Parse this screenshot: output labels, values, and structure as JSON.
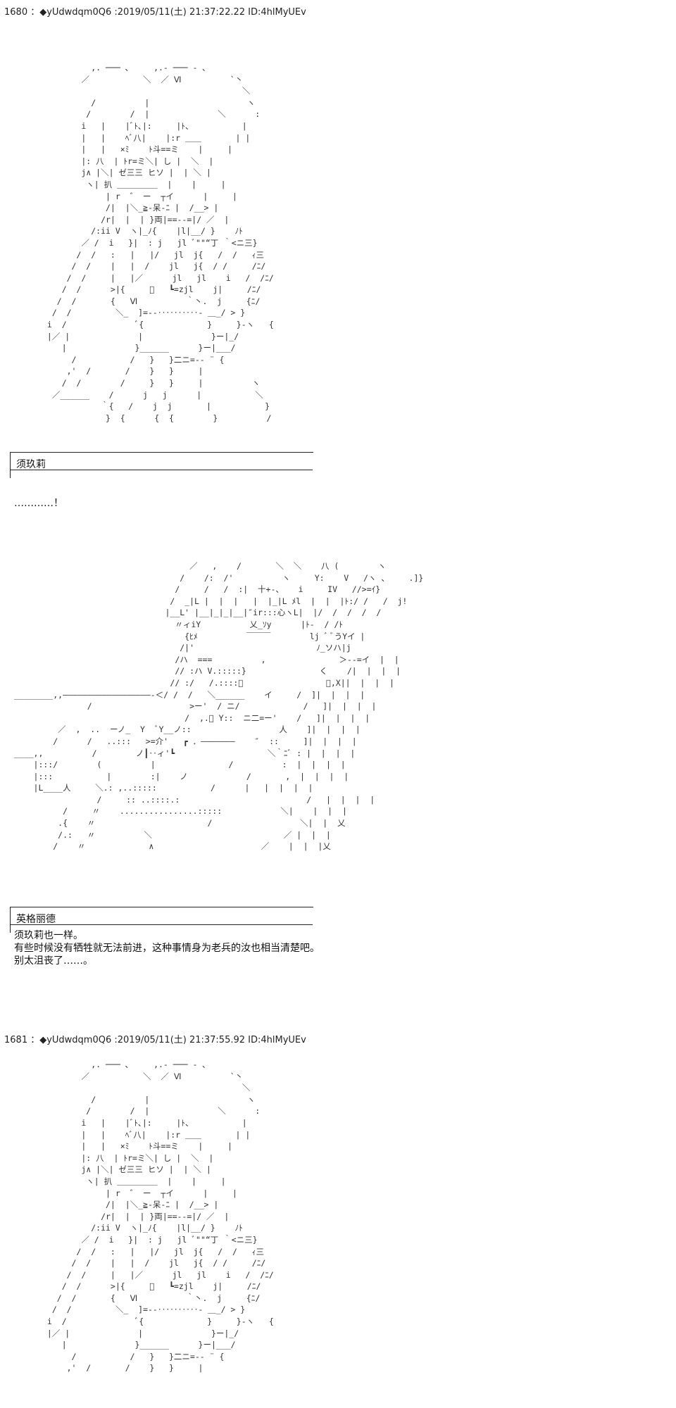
{
  "posts": [
    {
      "header": "1680 ：◆yUdwdqm0Q6 :2019/05/11(土) 21:37:22.22 ID:4hlMyUEv",
      "speakers": [
        {
          "name": "须玖莉",
          "lines": "…………！"
        },
        {
          "name": "英格丽德",
          "lines": "须玖莉也一样。\n有些时候没有牺牲就无法前进，这种事情身为老兵的汝也相当清楚吧。\n别太沮丧了……。"
        }
      ]
    },
    {
      "header": "1681 ：◆yUdwdqm0Q6 :2019/05/11(土) 21:37:55.92 ID:4hlMyUEv",
      "speakers": []
    }
  ]
}
